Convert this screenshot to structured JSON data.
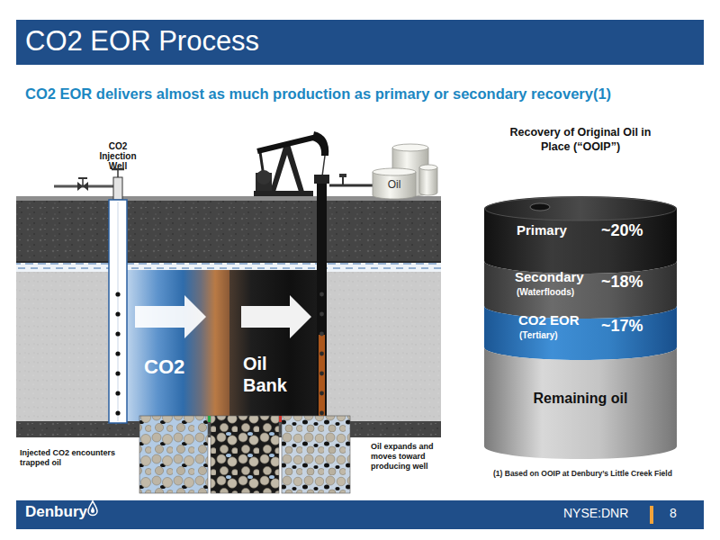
{
  "diagram": {
    "title": "CO2 EOR Process",
    "nodes": [
      {
        "text": [
          "Oil"
        ]
      },
      {
        "text": [
          "CO2"
        ]
      },
      {
        "text": [
          "Oil Bank"
        ]
      },
      {
        "text": [
          "Recovery of Original Oil in Place (“OOIP”)"
        ]
      },
      {
        "text": [
          "Primary",
          "~20%"
        ],
        "in": 3
      },
      {
        "text": [
          "Secondary",
          "(Waterfloods)",
          "~18%"
        ],
        "in": 3
      },
      {
        "text": [
          "CO2 EOR",
          "(Tertiary)",
          "~17%"
        ],
        "in": 3
      },
      {
        "text": [
          "Remaining oil"
        ],
        "in": 3
      }
    ],
    "labels": [
      "CO2 EOR delivers almost as much production as primary or secondary recovery(1)",
      "CO2 Injection Well",
      "Injected CO2 encounters trapped oil",
      "Oil expands and moves toward producing well",
      "(1) Based on OOIP at Denbury’s Little Creek Field",
      "Denbury",
      "NYSE:DNR",
      "8"
    ]
  }
}
